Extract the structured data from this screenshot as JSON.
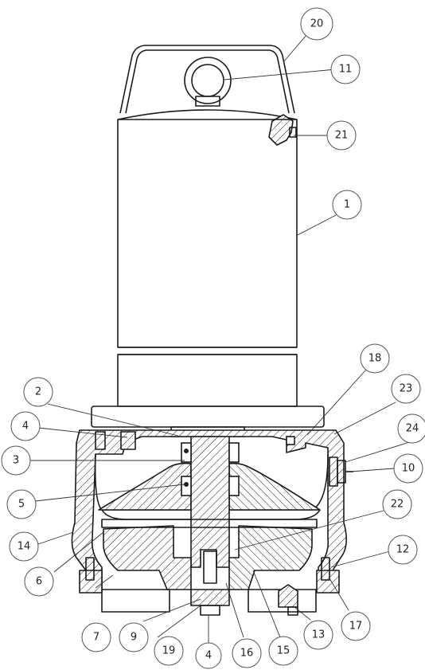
{
  "callouts": [
    {
      "id": "c20",
      "label": "20"
    },
    {
      "id": "c11",
      "label": "11"
    },
    {
      "id": "c21",
      "label": "21"
    },
    {
      "id": "c1",
      "label": "1"
    },
    {
      "id": "c18",
      "label": "18"
    },
    {
      "id": "c23",
      "label": "23"
    },
    {
      "id": "c2",
      "label": "2"
    },
    {
      "id": "c4a",
      "label": "4"
    },
    {
      "id": "c24",
      "label": "24"
    },
    {
      "id": "c3",
      "label": "3"
    },
    {
      "id": "c10",
      "label": "10"
    },
    {
      "id": "c5",
      "label": "5"
    },
    {
      "id": "c22",
      "label": "22"
    },
    {
      "id": "c14",
      "label": "14"
    },
    {
      "id": "c12",
      "label": "12"
    },
    {
      "id": "c6",
      "label": "6"
    },
    {
      "id": "c7",
      "label": "7"
    },
    {
      "id": "c17",
      "label": "17"
    },
    {
      "id": "c9",
      "label": "9"
    },
    {
      "id": "c13",
      "label": "13"
    },
    {
      "id": "c19",
      "label": "19"
    },
    {
      "id": "c4b",
      "label": "4"
    },
    {
      "id": "c16",
      "label": "16"
    },
    {
      "id": "c15",
      "label": "15"
    }
  ]
}
